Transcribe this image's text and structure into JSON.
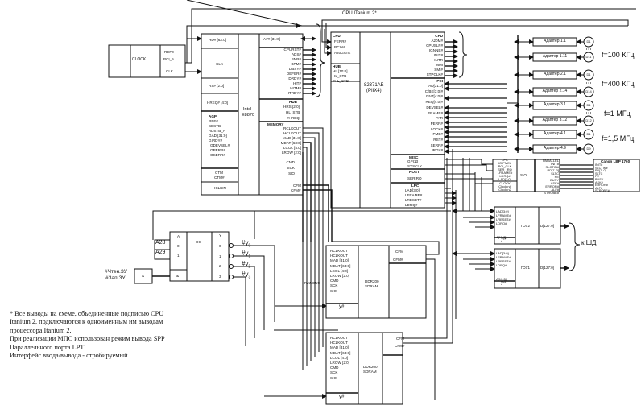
{
  "diagram": {
    "title_cpu": "CPU ITanium 2*",
    "clock": {
      "title": "CLOCK",
      "pins": [
        "REF0",
        "PCI_5",
        "CLK"
      ]
    },
    "intel": {
      "name": "Intel\nE8870",
      "name_l1": "Intel",
      "name_l2": "E8870",
      "left": {
        "hd": "HD# [63:0]",
        "clk": "CLK",
        "rs": "RS# [2:0]",
        "hreq": "HREQ# [4:0]",
        "agp_title": "AGP",
        "agp": [
          "RBF#",
          "SBSTB",
          "ADSTB_A",
          "GAD [31:0]",
          "GIRDY#",
          "GDEVSEL#",
          "GPERR#",
          "GSERR#"
        ],
        "ctm": [
          "CTM",
          "CTM#"
        ],
        "hclkin": "HCLKIN"
      },
      "right": {
        "a": "A## [31:0]",
        "cpu": [
          "CPURST#",
          "ADS#",
          "BNR#",
          "BPM#",
          "DBSY#",
          "DEFER#",
          "DRDY#",
          "HIT#",
          "HITM#",
          "HTRDY#"
        ],
        "hub_title": "HUB",
        "hub": [
          "HRS [2:0]",
          "HL_STB",
          "#HREQ"
        ],
        "mem_title": "MEMORY",
        "mem": [
          "RCLKOUT",
          "HCLKOUT",
          "MAD [31:0]",
          "MDAT [63:0]",
          "LCOL [4:0]",
          "LROW [2:0]"
        ],
        "mem2": [
          "CMD",
          "SCK",
          "SIO"
        ],
        "cfm": [
          "CFM",
          "CFM#"
        ]
      }
    },
    "piix": {
      "name_l1": "82371AB",
      "name_l2": "(PIIX4)",
      "left_cpu_title": "CPU",
      "left_cpu": [
        "FERR#",
        "RCIN#",
        "A20GATE"
      ],
      "left_hub_title": "HUB",
      "left_hub": [
        "HL [10:0]",
        "HL_STB",
        "#HL_STB"
      ],
      "right_cpu_title": "CPU",
      "right_cpu": [
        "A20M#",
        "CPUSLP#",
        "IGNNE#",
        "INIT#",
        "INTR",
        "NMI",
        "SMI#",
        "STPCLK#"
      ],
      "pci_title": "PCI",
      "pci": [
        "AD[31:0]",
        "C/BE[3:0]#",
        "GNT[4:0]#",
        "REQ[4:0]#",
        "DEVSEL#",
        "FRAME#",
        "PAR",
        "PERR#",
        "LOCK#",
        "PME#",
        "RST#",
        "SERR#",
        "IRDY#"
      ],
      "misc_title": "MISC",
      "misc": [
        "GPI13",
        "SYSCLK"
      ],
      "host_title": "HOST",
      "host": [
        "SERIRQ"
      ],
      "lpc_title": "LPC",
      "lpc": [
        "LAD[3:0]",
        "LFRAME#",
        "LRESET#",
        "LDRQ#"
      ]
    },
    "adapters": [
      {
        "label": "Адаптер 1.1",
        "device": "D1"
      },
      {
        "label": "Адаптер 1.11",
        "device": "D11"
      },
      {
        "label": "Адаптер 2.1",
        "device": "D1"
      },
      {
        "label": "Адаптер 2.14",
        "device": "D14"
      },
      {
        "label": "Адаптер 3.1",
        "device": "D1"
      },
      {
        "label": "Адаптер 3.12",
        "device": "D12"
      },
      {
        "label": "Адаптер 4.1",
        "device": "D1"
      },
      {
        "label": "Адаптер 4.9",
        "device": "D9"
      }
    ],
    "frequencies": [
      "f=100 КГц",
      "f=400 КГц",
      "f=1 МГц",
      "f=1,5 МГц"
    ],
    "sio": {
      "name": "SIO",
      "lpc": [
        "LPC",
        "IO PME#",
        "PCI_CLK",
        "SER_IRQ",
        "LFRAME#",
        "LDRQ#",
        "LAD[3:0]"
      ],
      "clock": [
        "CLOCK",
        "Clock n4",
        "Clock n2"
      ],
      "parallel": [
        "PARALLEL",
        "INIT#",
        "SLCTIN#",
        "PD[7..0]",
        "SLTC",
        "PE",
        "BUSY",
        "ASK#",
        "ERROR#",
        "ALF#",
        "STROBE#"
      ]
    },
    "printer": {
      "title": "Canon LBP 1760",
      "pins": [
        "INIT#",
        "SLCTIN#",
        "PD[7..0]",
        "SLTC",
        "PE",
        "BUSY",
        "ASK#",
        "ERROR#",
        "ALF#",
        "STROBE#"
      ]
    },
    "fpga": [
      {
        "name": "ГОУ2",
        "pins": [
          "LAD[3:0]",
          "LFRAME#",
          "LRESET#",
          "LDRQ#",
          "A[11:0]"
        ],
        "sel": "y#",
        "out": "D[127:0]"
      },
      {
        "name": "ГОУ1",
        "pins": [
          "LAD[3:0]",
          "LFRAME#",
          "LRESET#",
          "LDRQ#",
          "A[10:0]"
        ],
        "sel": "y#",
        "out": "D[127:0]"
      }
    ],
    "kshd": "к ШД",
    "decoder": {
      "name": "DC",
      "in_title": "A",
      "inputs": [
        "0",
        "1"
      ],
      "en": "&",
      "out_title": "Y",
      "outputs": [
        "0",
        "1",
        "2",
        "3"
      ],
      "a28": "A28",
      "a29": "A29"
    },
    "and_gate": {
      "sym": "&",
      "inputs": [
        "#Чтен.ЗУ",
        "#Зап.ЗУ"
      ]
    },
    "y_outputs": [
      {
        "base": "#y",
        "sub": "0"
      },
      {
        "base": "#y",
        "sub": "1"
      },
      {
        "base": "#y",
        "sub": "2"
      },
      {
        "base": "#y",
        "sub": "3"
      }
    ],
    "rambus": "RAMBUS",
    "sdram": [
      {
        "name_l1": "DDR200",
        "name_l2": "SDRAM",
        "pins": [
          "RCLKOUT",
          "HCLKOUT",
          "MAD [31:0]",
          "MDAT [63:0]",
          "LCOL [4:0]",
          "LROW [2:0]",
          "CMD",
          "SCK",
          "SIO"
        ],
        "cfm": [
          "CFM",
          "CFM#"
        ],
        "sel": "y#"
      },
      {
        "name_l1": "DDR200",
        "name_l2": "SDRAM",
        "pins": [
          "RCLKOUT",
          "HCLKOUT",
          "MAD [31:0]",
          "MDAT [63:0]",
          "LCOL [4:0]",
          "LROW [2:0]",
          "CMD",
          "SCK",
          "SIO"
        ],
        "cfm": [
          "CFM",
          "CFM#"
        ],
        "sel": "y#"
      }
    ],
    "notes": [
      "* Все выводы на схеме, объединенные подписью CPU",
      "Itanium 2, подключаются к одноименным им выводам",
      "процессора Itanium 2.",
      "При реализации МПС использован режим вывода SPP",
      "Параллельного порта LPT.",
      "Интерфейс ввода/вывода - стробируемый."
    ]
  }
}
